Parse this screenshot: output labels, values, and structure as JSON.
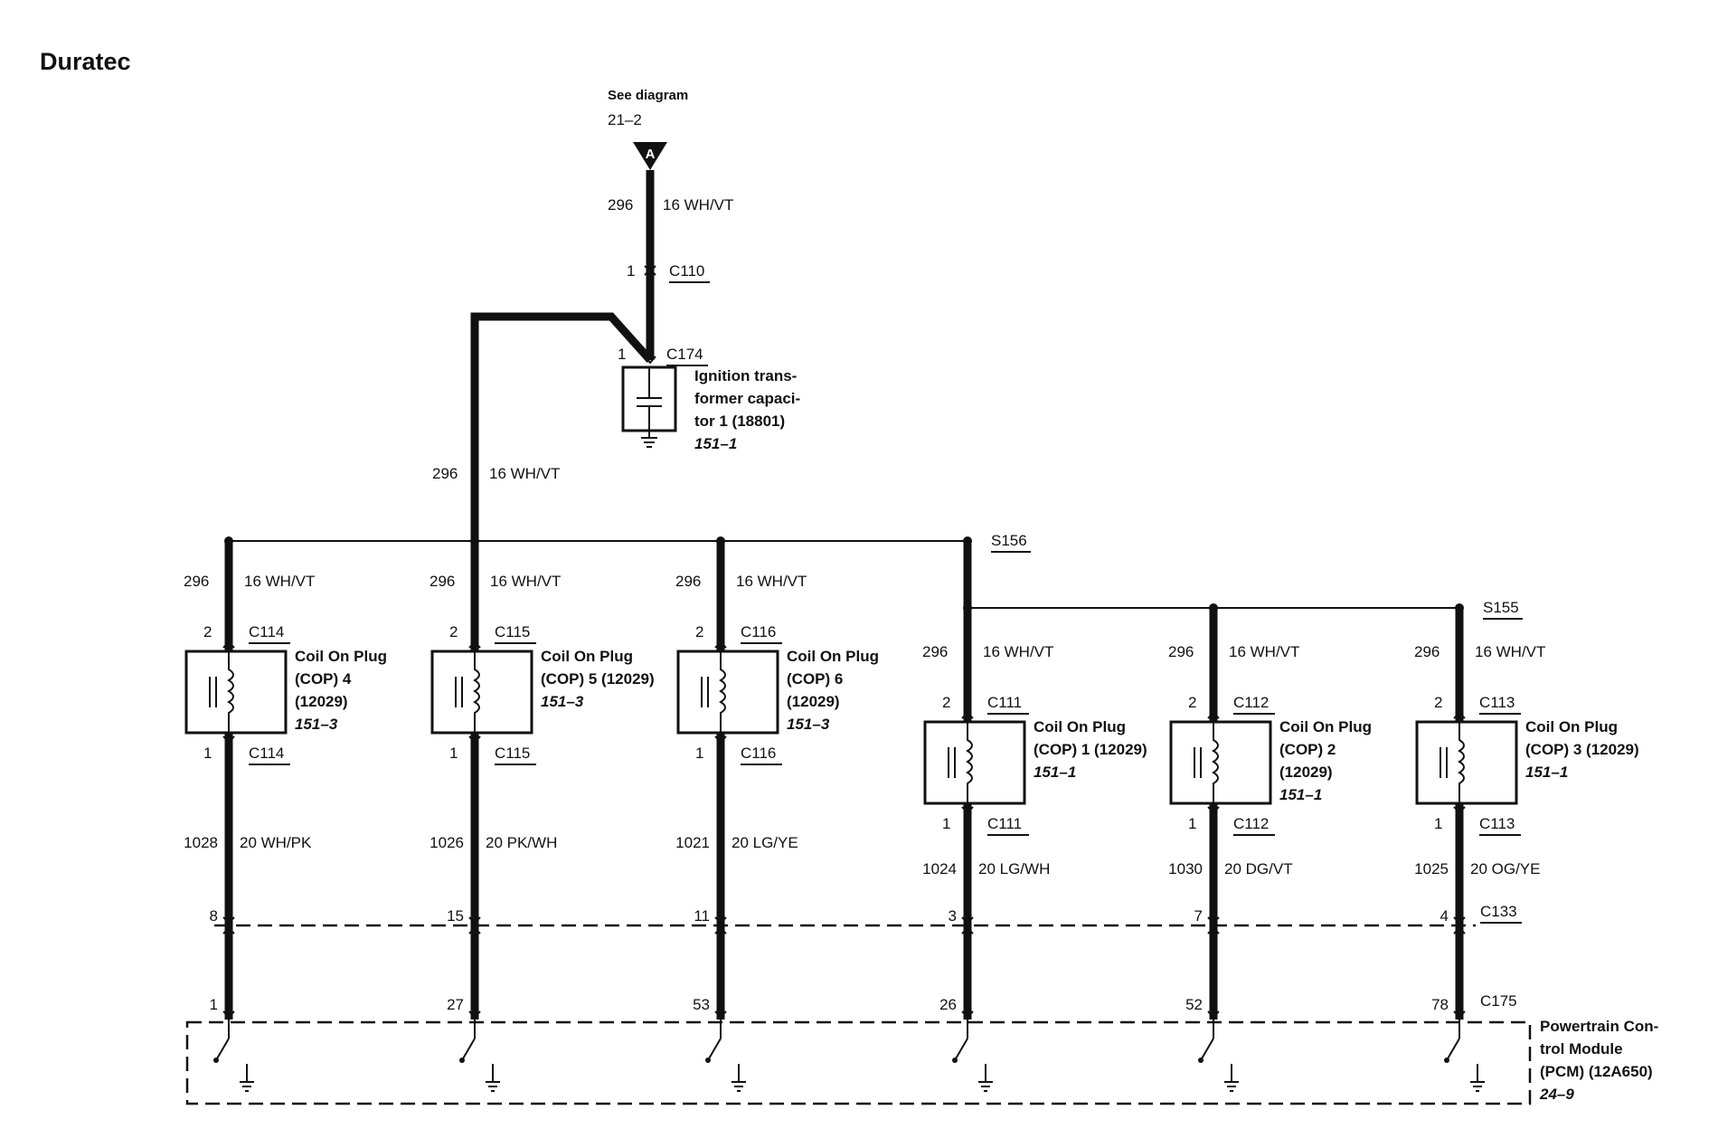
{
  "title": "Duratec",
  "connector_a": {
    "see_diagram": "See diagram",
    "ref": "21–2",
    "letter": "A",
    "circuit": "296",
    "wire": "16 WH/VT",
    "c110_pin": "1",
    "c110": "C110"
  },
  "capacitor": {
    "pin": "1",
    "connector": "C174",
    "name_lines": [
      "Ignition trans-",
      "former capaci-",
      "tor 1 (18801)"
    ],
    "ref": "151–1"
  },
  "feed": {
    "circuit": "296",
    "wire": "16 WH/VT"
  },
  "splices": {
    "s156": "S156",
    "s155": "S155"
  },
  "coils": [
    {
      "circuit": "296",
      "wire": "16 WH/VT",
      "top_pin": "2",
      "top_conn": "C114",
      "name_lines": [
        "Coil On Plug",
        "(COP) 4",
        "(12029)"
      ],
      "ref": "151–3",
      "bot_pin": "1",
      "bot_conn": "C114",
      "out_circuit": "1028",
      "out_wire": "20 WH/PK",
      "c133_pin": "8",
      "c175_pin": "1"
    },
    {
      "circuit": "296",
      "wire": "16 WH/VT",
      "top_pin": "2",
      "top_conn": "C115",
      "name_lines": [
        "Coil On Plug",
        "(COP) 5 (12029)"
      ],
      "ref": "151–3",
      "bot_pin": "1",
      "bot_conn": "C115",
      "out_circuit": "1026",
      "out_wire": "20 PK/WH",
      "c133_pin": "15",
      "c175_pin": "27"
    },
    {
      "circuit": "296",
      "wire": "16 WH/VT",
      "top_pin": "2",
      "top_conn": "C116",
      "name_lines": [
        "Coil On Plug",
        "(COP) 6",
        "(12029)"
      ],
      "ref": "151–3",
      "bot_pin": "1",
      "bot_conn": "C116",
      "out_circuit": "1021",
      "out_wire": "20 LG/YE",
      "c133_pin": "11",
      "c175_pin": "53"
    },
    {
      "circuit": "296",
      "wire": "16 WH/VT",
      "top_pin": "2",
      "top_conn": "C111",
      "name_lines": [
        "Coil On Plug",
        "(COP) 1 (12029)"
      ],
      "ref": "151–1",
      "bot_pin": "1",
      "bot_conn": "C111",
      "out_circuit": "1024",
      "out_wire": "20 LG/WH",
      "c133_pin": "3",
      "c175_pin": "26"
    },
    {
      "circuit": "296",
      "wire": "16 WH/VT",
      "top_pin": "2",
      "top_conn": "C112",
      "name_lines": [
        "Coil On Plug",
        "(COP) 2",
        "(12029)"
      ],
      "ref": "151–1",
      "bot_pin": "1",
      "bot_conn": "C112",
      "out_circuit": "1030",
      "out_wire": "20 DG/VT",
      "c133_pin": "7",
      "c175_pin": "52"
    },
    {
      "circuit": "296",
      "wire": "16 WH/VT",
      "top_pin": "2",
      "top_conn": "C113",
      "name_lines": [
        "Coil On Plug",
        "(COP) 3 (12029)"
      ],
      "ref": "151–1",
      "bot_pin": "1",
      "bot_conn": "C113",
      "out_circuit": "1025",
      "out_wire": "20 OG/YE",
      "c133_pin": "4",
      "c175_pin": "78"
    }
  ],
  "c133": "C133",
  "c175": "C175",
  "pcm": {
    "name_lines": [
      "Powertrain Con-",
      "trol Module",
      "(PCM) (12A650)"
    ],
    "ref": "24–9"
  }
}
